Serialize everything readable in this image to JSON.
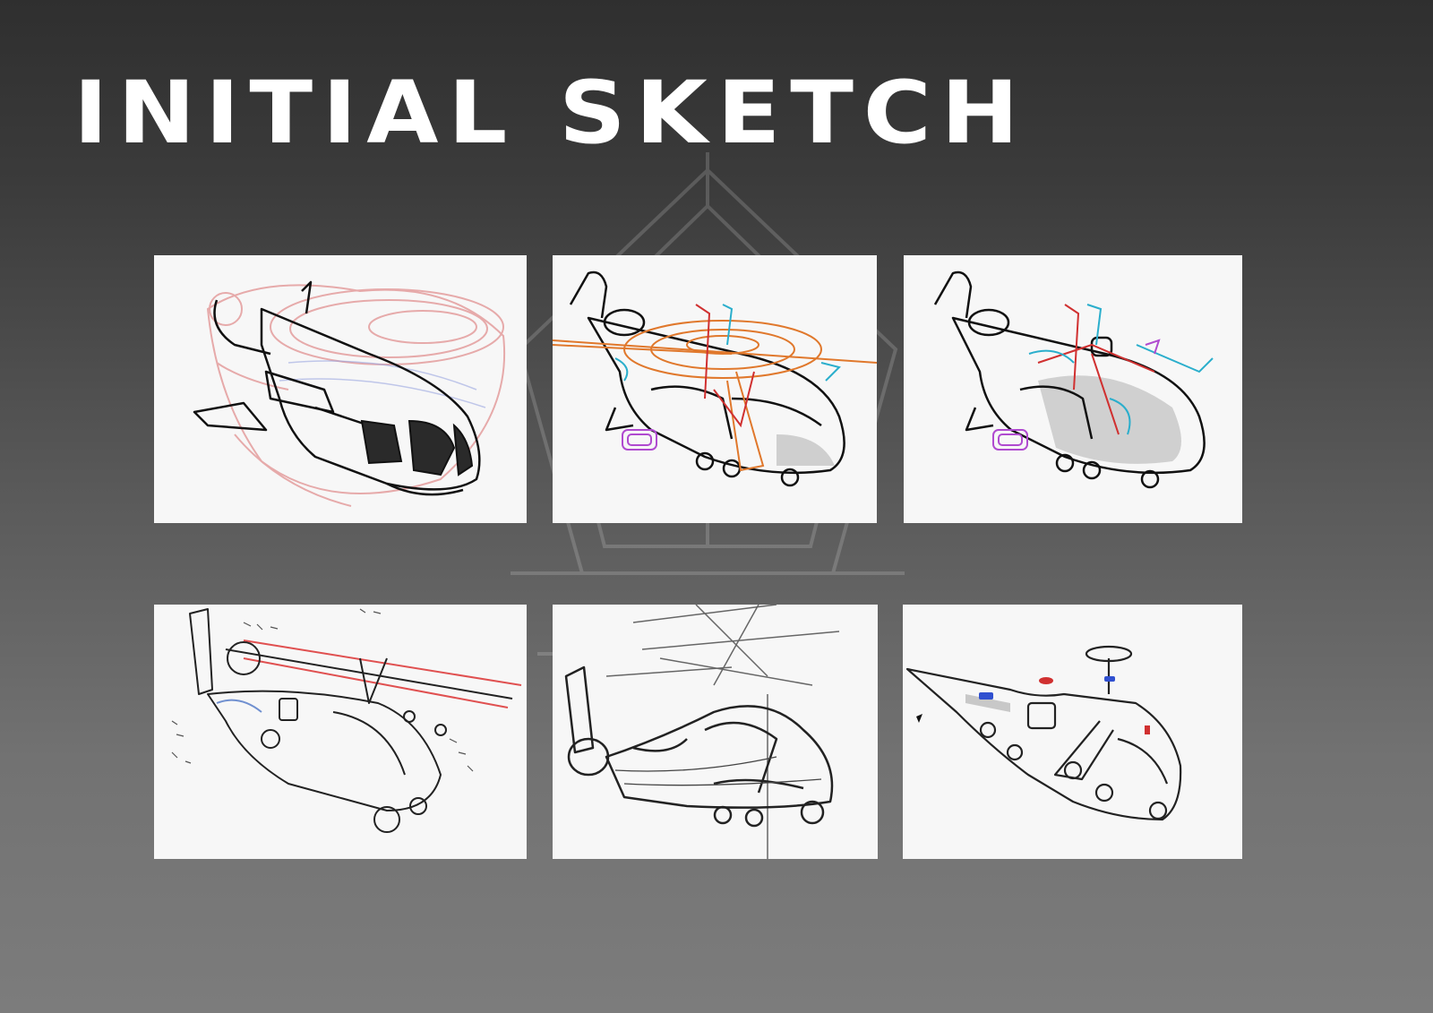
{
  "title": "INITIAL SKETCH",
  "colors": {
    "background_top": "#2f2f2f",
    "background_bottom": "#7c7c7c",
    "title": "#ffffff",
    "panel": "#f7f7f7",
    "sketch_red": "#e07a7a",
    "sketch_orange": "#e0782c",
    "sketch_cyan": "#2aaecc",
    "sketch_purple": "#b04ad0"
  },
  "panels": [
    {
      "subject": "helicopter-sketch",
      "palette": "red-underdrawing"
    },
    {
      "subject": "helicopter-sketch",
      "palette": "orange-rotor-overlay"
    },
    {
      "subject": "helicopter-sketch",
      "palette": "red-cyan-overlay"
    },
    {
      "subject": "helicopter-sketch",
      "palette": "pencil-with-notes"
    },
    {
      "subject": "helicopter-sketch",
      "palette": "rough-pencil"
    },
    {
      "subject": "helicopter-sketch",
      "palette": "ink-detailed"
    }
  ]
}
